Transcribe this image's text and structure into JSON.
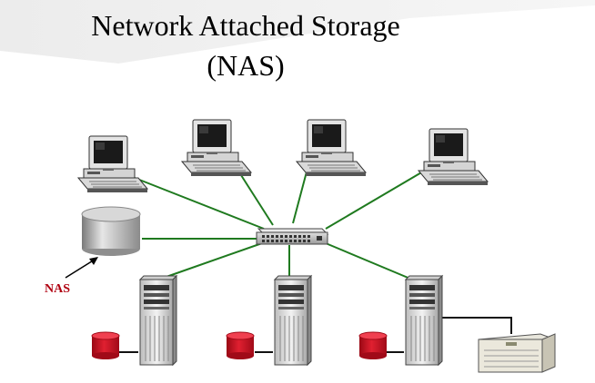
{
  "title": {
    "line1": "Network Attached Storage",
    "line2": "(NAS)"
  },
  "labels": {
    "nas": "NAS"
  },
  "colors": {
    "link": "#1f7a1f",
    "banner": "#e8e8e8",
    "nas_label": "#b00010",
    "disk_red": "#cc1020"
  },
  "icons": {
    "workstations": [
      "computer-icon",
      "computer-icon",
      "computer-icon",
      "computer-icon"
    ],
    "switch": "network-switch-icon",
    "nas": "nas-cylinder-icon",
    "servers": [
      "tower-server-icon",
      "tower-server-icon",
      "tower-server-icon"
    ],
    "disks": [
      "red-disk-icon",
      "red-disk-icon",
      "red-disk-icon"
    ],
    "tape": "storage-array-icon"
  }
}
